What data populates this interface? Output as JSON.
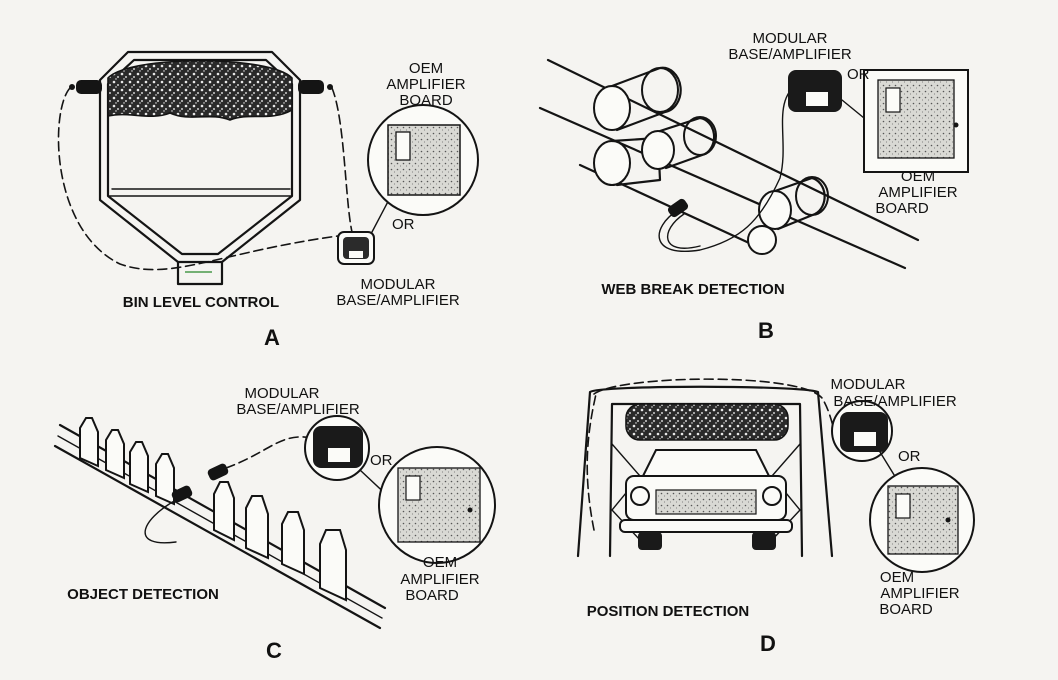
{
  "panels": {
    "a": {
      "letter": "A",
      "caption": "BIN LEVEL CONTROL",
      "oem": [
        "OEM",
        "AMPLIFIER",
        "BOARD"
      ],
      "or": "OR",
      "modular": [
        "MODULAR",
        "BASE/AMPLIFIER"
      ]
    },
    "b": {
      "letter": "B",
      "caption": "WEB BREAK DETECTION",
      "modular": [
        "MODULAR",
        "BASE/AMPLIFIER"
      ],
      "or": "OR",
      "oem": [
        "OEM",
        "AMPLIFIER",
        "BOARD"
      ]
    },
    "c": {
      "letter": "C",
      "caption": "OBJECT DETECTION",
      "modular": [
        "MODULAR",
        "BASE/AMPLIFIER"
      ],
      "or": "OR",
      "oem": [
        "OEM",
        "AMPLIFIER",
        "BOARD"
      ]
    },
    "d": {
      "letter": "D",
      "caption": "POSITION DETECTION",
      "modular": [
        "MODULAR",
        "BASE/AMPLIFIER"
      ],
      "or": "OR",
      "oem": [
        "OEM",
        "AMPLIFIER",
        "BOARD"
      ]
    }
  }
}
